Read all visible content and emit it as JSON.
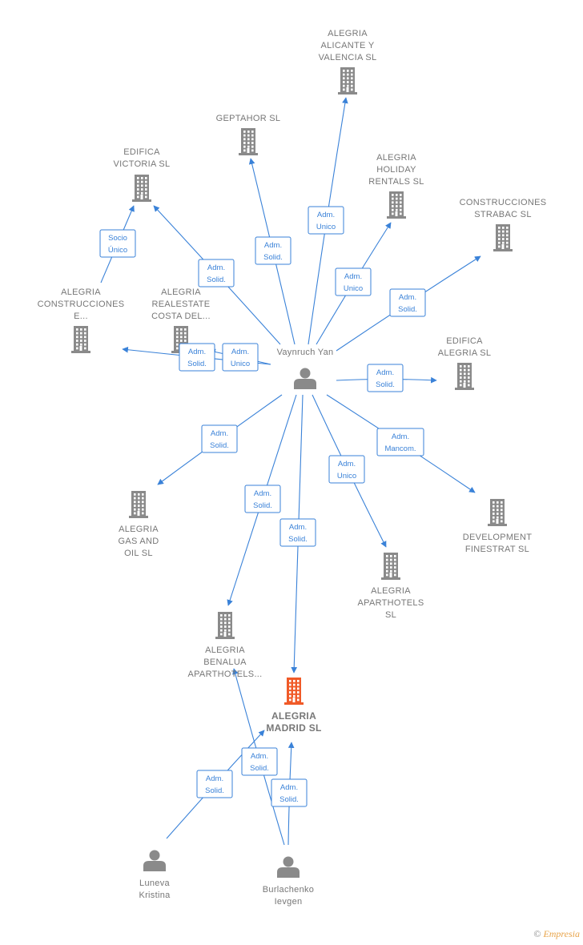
{
  "colors": {
    "edge": "#3a82d8",
    "company": "#8a8a8a",
    "company_main": "#f05a28",
    "person": "#8a8a8a",
    "label": "#777777"
  },
  "nodes": [
    {
      "id": "vaynruch",
      "kind": "person",
      "label": [
        "Vaynruch Yan"
      ]
    },
    {
      "id": "alicante",
      "kind": "company",
      "label": [
        "ALEGRIA",
        "ALICANTE Y",
        "VALENCIA  SL"
      ]
    },
    {
      "id": "geptahor",
      "kind": "company",
      "label": [
        "GEPTAHOR SL"
      ]
    },
    {
      "id": "edifica_victoria",
      "kind": "company",
      "label": [
        "EDIFICA",
        "VICTORIA  SL"
      ]
    },
    {
      "id": "holiday",
      "kind": "company",
      "label": [
        "ALEGRIA",
        "HOLIDAY",
        "RENTALS  SL"
      ]
    },
    {
      "id": "strabac",
      "kind": "company",
      "label": [
        "CONSTRUCCIONES",
        "STRABAC  SL"
      ]
    },
    {
      "id": "construcciones",
      "kind": "company",
      "label": [
        "ALEGRIA",
        "CONSTRUCCIONES",
        "E..."
      ]
    },
    {
      "id": "realestate",
      "kind": "company",
      "label": [
        "ALEGRIA",
        "REALESTATE",
        "COSTA DEL..."
      ]
    },
    {
      "id": "edifica_alegria",
      "kind": "company",
      "label": [
        "EDIFICA",
        "ALEGRIA  SL"
      ]
    },
    {
      "id": "gas",
      "kind": "company",
      "label": [
        "ALEGRIA",
        "GAS AND",
        "OIL  SL"
      ]
    },
    {
      "id": "finestrat",
      "kind": "company",
      "label": [
        "DEVELOPMENT",
        "FINESTRAT  SL"
      ]
    },
    {
      "id": "aparthotels",
      "kind": "company",
      "label": [
        "ALEGRIA",
        "APARTHOTELS",
        "SL"
      ]
    },
    {
      "id": "benalua",
      "kind": "company",
      "label": [
        "ALEGRIA",
        "BENALUA",
        "APARTHOTELS..."
      ]
    },
    {
      "id": "madrid",
      "kind": "company_main",
      "label": [
        "ALEGRIA",
        "MADRID  SL"
      ]
    },
    {
      "id": "luneva",
      "kind": "person",
      "label": [
        "Luneva",
        "Kristina"
      ]
    },
    {
      "id": "burlachenko",
      "kind": "person",
      "label": [
        "Burlachenko",
        "Ievgen"
      ]
    }
  ],
  "edges": [
    {
      "from": "vaynruch",
      "to": "alicante",
      "label": [
        "Adm.",
        "Unico"
      ]
    },
    {
      "from": "vaynruch",
      "to": "geptahor",
      "label": [
        "Adm.",
        "Solid."
      ]
    },
    {
      "from": "vaynruch",
      "to": "edifica_victoria",
      "label": [
        "Adm.",
        "Solid."
      ]
    },
    {
      "from": "vaynruch",
      "to": "holiday",
      "label": [
        "Adm.",
        "Unico"
      ]
    },
    {
      "from": "vaynruch",
      "to": "strabac",
      "label": [
        "Adm.",
        "Solid."
      ]
    },
    {
      "from": "construcciones",
      "to": "edifica_victoria",
      "label": [
        "Socio",
        "Único"
      ]
    },
    {
      "from": "vaynruch",
      "to": "construcciones",
      "label": [
        "Adm.",
        "Solid."
      ]
    },
    {
      "from": "vaynruch",
      "to": "realestate",
      "label": [
        "Adm.",
        "Unico"
      ]
    },
    {
      "from": "vaynruch",
      "to": "edifica_alegria",
      "label": [
        "Adm.",
        "Solid."
      ]
    },
    {
      "from": "vaynruch",
      "to": "gas",
      "label": [
        "Adm.",
        "Solid."
      ]
    },
    {
      "from": "vaynruch",
      "to": "finestrat",
      "label": [
        "Adm.",
        "Mancom."
      ]
    },
    {
      "from": "vaynruch",
      "to": "aparthotels",
      "label": [
        "Adm.",
        "Unico"
      ]
    },
    {
      "from": "vaynruch",
      "to": "benalua",
      "label": [
        "Adm.",
        "Solid."
      ]
    },
    {
      "from": "vaynruch",
      "to": "madrid",
      "label": [
        "Adm.",
        "Solid."
      ]
    },
    {
      "from": "luneva",
      "to": "madrid",
      "label": [
        "Adm.",
        "Solid."
      ]
    },
    {
      "from": "burlachenko",
      "to": "benalua",
      "label": [
        "Adm.",
        "Solid."
      ]
    },
    {
      "from": "burlachenko",
      "to": "madrid",
      "label": [
        "Adm.",
        "Solid."
      ]
    }
  ],
  "footer": {
    "copyright": "©",
    "brand": "Empresia"
  }
}
